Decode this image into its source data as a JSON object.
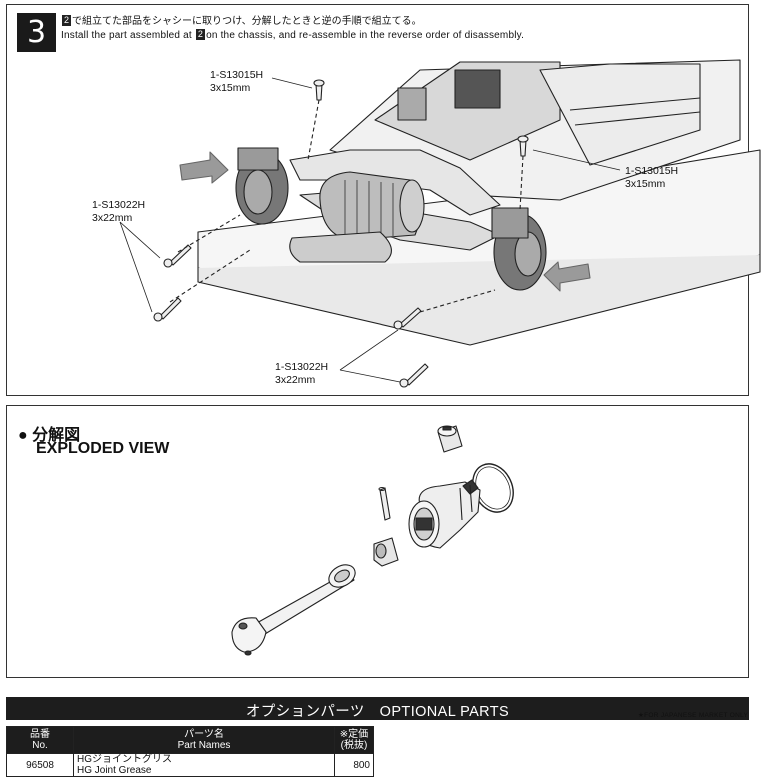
{
  "step": {
    "number": "3",
    "ref_step": "2",
    "instruction_jp_text": "で組立てた部品をシャシーに取りつけ、分解したときと逆の手順で組立てる。",
    "instruction_en_pre": "Install the part assembled at",
    "instruction_en_post": "on the chassis, and re-assemble in the reverse order of disassembly.",
    "callouts": [
      {
        "part": "1-S13015H",
        "size": "3x15mm"
      },
      {
        "part": "1-S13015H",
        "size": "3x15mm"
      },
      {
        "part": "1-S13022H",
        "size": "3x22mm"
      },
      {
        "part": "1-S13022H",
        "size": "3x22mm"
      }
    ]
  },
  "exploded_view": {
    "title_jp": "分解図",
    "title_en": "EXPLODED VIEW"
  },
  "optional_parts": {
    "title": "オプションパーツ　OPTIONAL PARTS",
    "market_note": "★FOR JAPANESE MARKET ONLY",
    "headers": {
      "no_jp": "品番",
      "no_en": "No.",
      "name_jp": "パーツ名",
      "name_en": "Part Names",
      "price_jp": "※定価",
      "price_en": "(税抜)"
    },
    "rows": [
      {
        "no": "96508",
        "name_jp": "HGジョイントグリス",
        "name_en": "HG Joint Grease",
        "price": "800"
      }
    ]
  }
}
